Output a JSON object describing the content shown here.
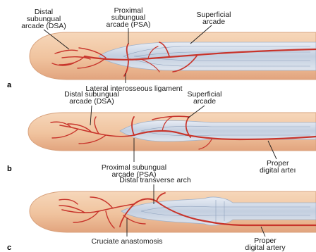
{
  "panel_a": {
    "letter": "a",
    "label_dsa_line1": "Distal",
    "label_dsa_line2": "subungual",
    "label_dsa_line3": "arcade (DSA)",
    "label_psa_line1": "Proximal",
    "label_psa_line2": "subungual",
    "label_psa_line3": "arcade (PSA)",
    "label_sup_line1": "Superficial",
    "label_sup_line2": "arcade",
    "label_ligament": "Lateral interosseous ligament"
  },
  "panel_b": {
    "letter": "b",
    "label_dsa_line1": "Distal subungual",
    "label_dsa_line2": "arcade (DSA)",
    "label_sup_line1": "Superficial",
    "label_sup_line2": "arcade",
    "label_psa_line1": "Proximal subungual",
    "label_psa_line2": "arcade (PSA)",
    "label_pda_line1": "Proper",
    "label_pda_line2": "digital arteı"
  },
  "panel_c": {
    "letter": "c",
    "label_arch": "Distal transverse arch",
    "label_cruciate": "Cruciate anastomosis",
    "label_pda_line1": "Proper",
    "label_pda_line2": "digital artery"
  },
  "colors": {
    "artery": "#c8342b",
    "skin": "#f2c8a4",
    "skin_shadow": "#e3aa84",
    "bone_ligament": "#c9d3e2"
  }
}
